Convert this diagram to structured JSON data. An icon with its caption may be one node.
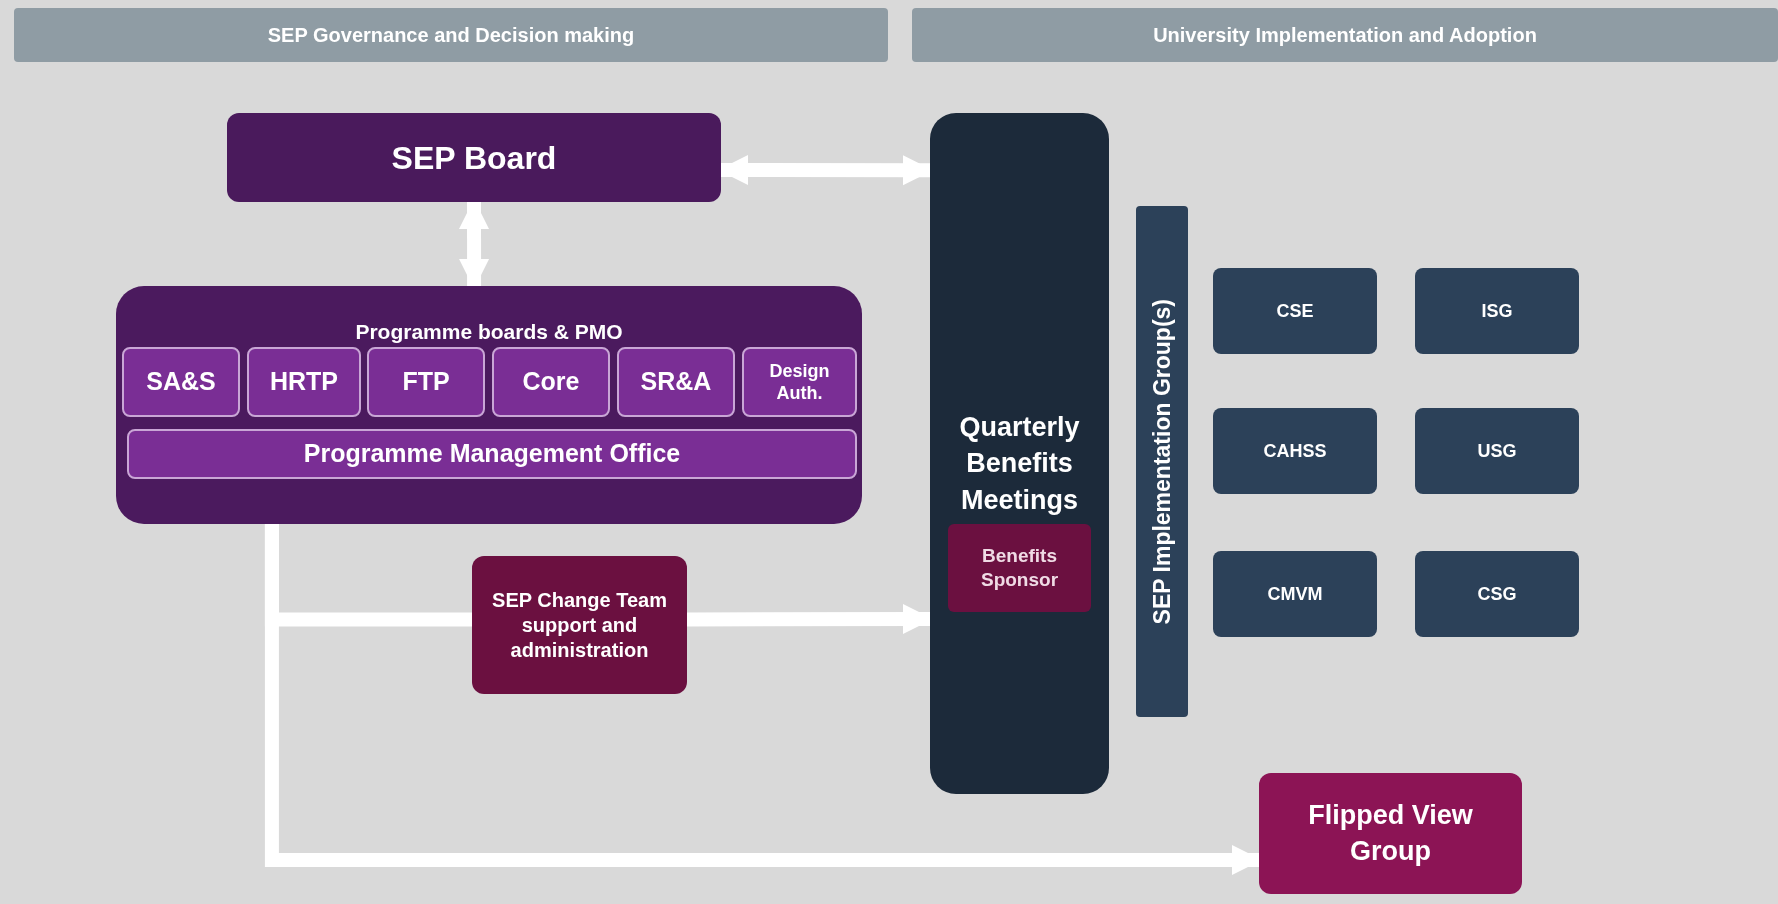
{
  "diagram": {
    "nodes": [
      {
        "text": [
          "SEP Governance and Decision making"
        ]
      },
      {
        "text": [
          "University Implementation and Adoption"
        ]
      },
      {
        "text": [
          "SEP Board"
        ]
      },
      {
        "text": [
          "Programme boards & PMO"
        ]
      },
      {
        "text": [
          "SA&S"
        ],
        "in": 3
      },
      {
        "text": [
          "HRTP"
        ],
        "in": 3
      },
      {
        "text": [
          "FTP"
        ],
        "in": 3
      },
      {
        "text": [
          "Core"
        ],
        "in": 3
      },
      {
        "text": [
          "SR&A"
        ],
        "in": 3
      },
      {
        "text": [
          "Design Auth."
        ],
        "in": 3
      },
      {
        "text": [
          "Programme Management Office"
        ],
        "in": 3
      },
      {
        "text": [
          "Quarterly Benefits Meetings"
        ]
      },
      {
        "text": [
          "Benefits Sponsor"
        ],
        "in": 11
      },
      {
        "text": [
          "SEP Implementation Group(s)"
        ]
      },
      {
        "text": [
          "CSE"
        ]
      },
      {
        "text": [
          "ISG"
        ]
      },
      {
        "text": [
          "CAHSS"
        ]
      },
      {
        "text": [
          "USG"
        ]
      },
      {
        "text": [
          "CMVM"
        ]
      },
      {
        "text": [
          "CSG"
        ]
      },
      {
        "text": [
          "SEP Change Team support and administration"
        ]
      },
      {
        "text": [
          "Flipped View Group"
        ]
      }
    ],
    "edges": [
      {
        "from": 2,
        "to": 11,
        "arrow": "both"
      },
      {
        "from": 2,
        "to": 3,
        "arrow": "both"
      },
      {
        "from": 3,
        "to": 20,
        "arrow": "none"
      },
      {
        "from": 20,
        "to": 11,
        "arrow": "to"
      },
      {
        "from": 3,
        "to": 21,
        "arrow": "to"
      }
    ]
  }
}
